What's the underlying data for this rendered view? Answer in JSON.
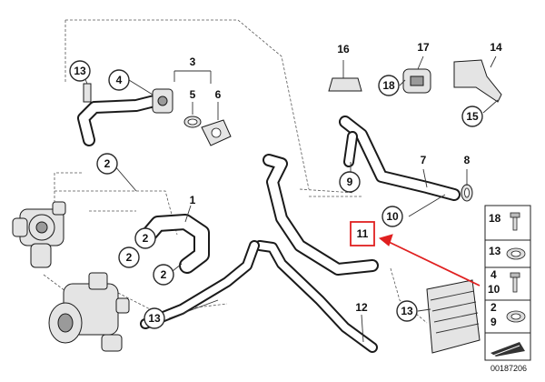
{
  "callouts": {
    "c1": "1",
    "c2a": "2",
    "c2b": "2",
    "c2c": "2",
    "c2d": "2",
    "c3": "3",
    "c4": "4",
    "c5": "5",
    "c6": "6",
    "c7": "7",
    "c8": "8",
    "c9": "9",
    "c10": "10",
    "c11": "11",
    "c12": "12",
    "c13a": "13",
    "c13b": "13",
    "c14": "14",
    "c15": "15",
    "c16": "16",
    "c17": "17",
    "c18": "18"
  },
  "legend": {
    "row1": "18",
    "row2": "13",
    "row3a": "4",
    "row3b": "10",
    "row4a": "2",
    "row4b": "9"
  },
  "diagram_id": "00187206",
  "colors": {
    "highlight": "#e02020",
    "line": "#1a1a1a"
  }
}
